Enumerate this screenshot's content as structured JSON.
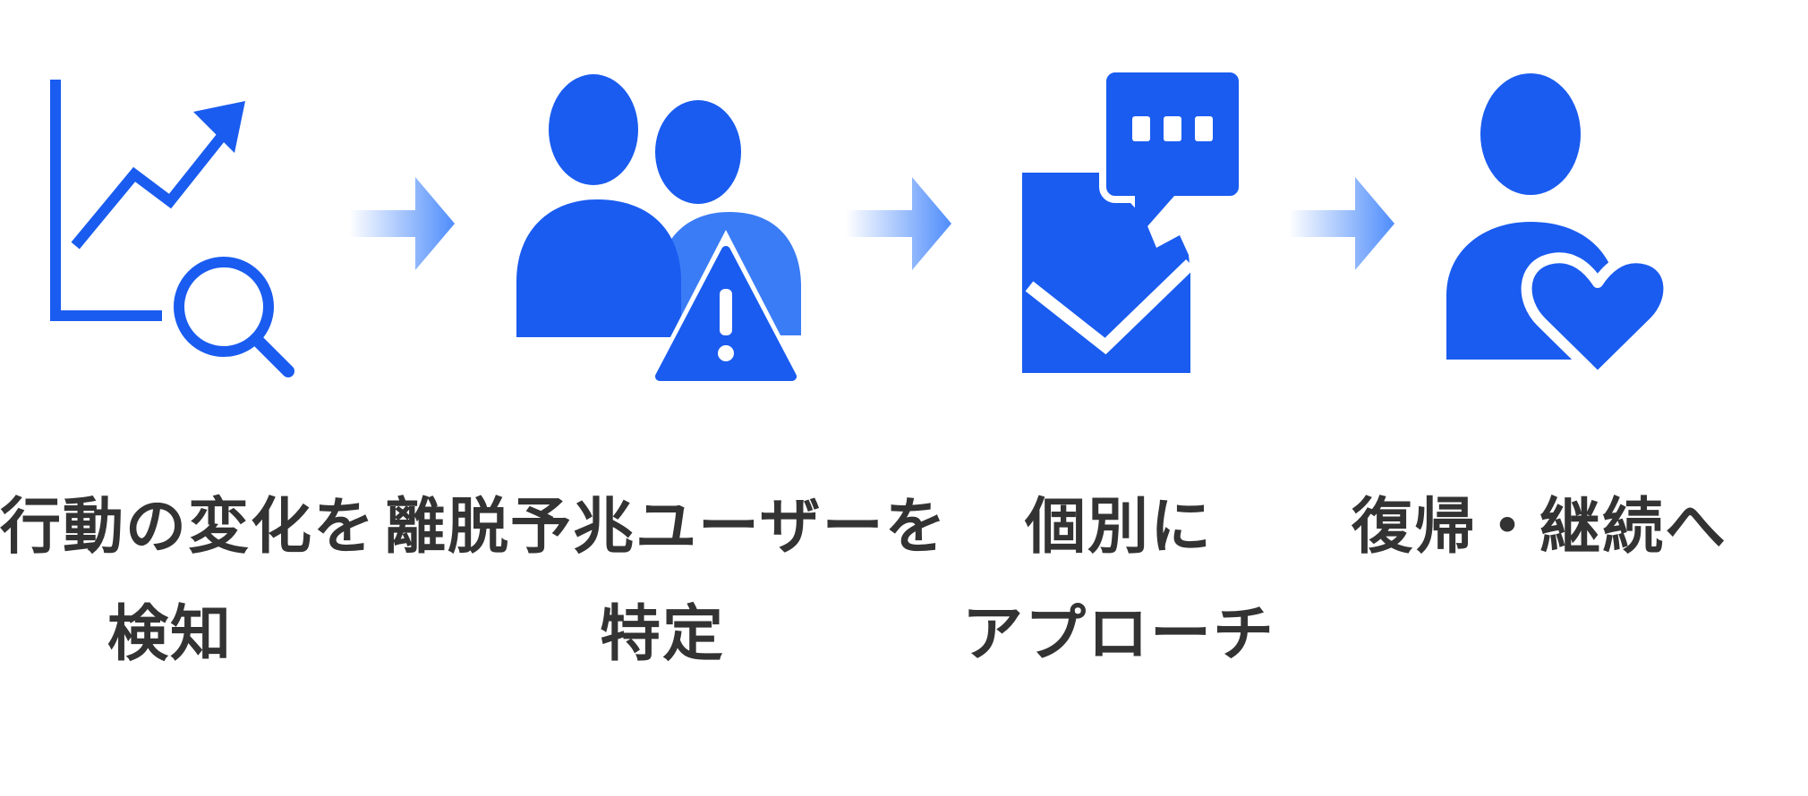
{
  "colors": {
    "primary": "#1a5cf0",
    "arrow_start": "#ffffff",
    "arrow_end": "#4f8dfb",
    "text": "#333333"
  },
  "steps": [
    {
      "icon": "chart-search-icon",
      "line1": "行動の変化を",
      "line2": "検知"
    },
    {
      "icon": "users-warning-icon",
      "line1": "離脱予兆ユーザーを",
      "line2": "特定"
    },
    {
      "icon": "envelope-chat-icon",
      "line1": "個別に",
      "line2": "アプローチ"
    },
    {
      "icon": "user-heart-icon",
      "line1": "復帰・継続へ",
      "line2": ""
    }
  ]
}
